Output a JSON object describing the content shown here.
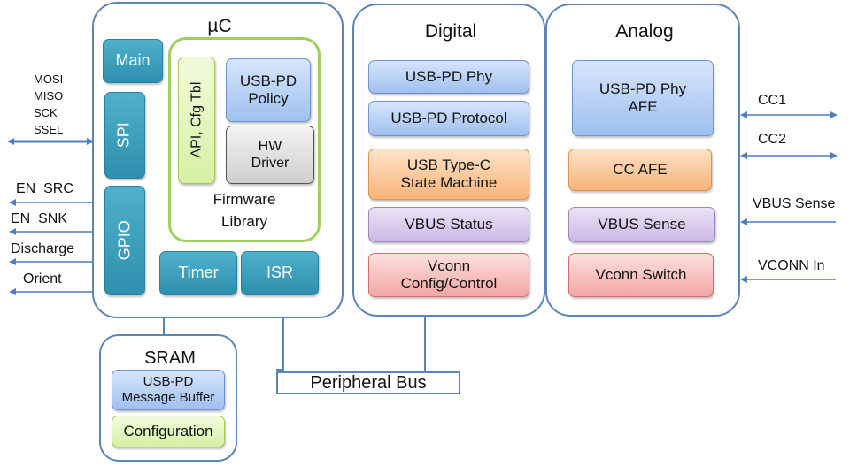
{
  "uc": {
    "title": "µC",
    "main": "Main",
    "spi": "SPI",
    "gpio": "GPIO",
    "api_cfg": "API, Cfg Tbl",
    "usbpd_policy": "USB-PD Policy",
    "hw_driver": "HW Driver",
    "firmware_library": "Firmware Library",
    "timer": "Timer",
    "isr": "ISR"
  },
  "digital": {
    "title": "Digital",
    "usbpd_phy": "USB-PD Phy",
    "usbpd_protocol": "USB-PD Protocol",
    "typec_sm": "USB Type-C State Machine",
    "vbus_status": "VBUS Status",
    "vconn_cfg": "Vconn Config/Control"
  },
  "analog": {
    "title": "Analog",
    "usbpd_phy_afe": "USB-PD Phy AFE",
    "cc_afe": "CC AFE",
    "vbus_sense": "VBUS Sense",
    "vconn_switch": "Vconn Switch"
  },
  "sram": {
    "title": "SRAM",
    "msg_buffer": "USB-PD Message Buffer",
    "configuration": "Configuration"
  },
  "bus": {
    "label": "Peripheral Bus"
  },
  "spi_signals": {
    "mosi": "MOSI",
    "miso": "MISO",
    "sck": "SCK",
    "ssel": "SSEL"
  },
  "gpio_signals": {
    "en_src": "EN_SRC",
    "en_snk": "EN_SNK",
    "discharge": "Discharge",
    "orient": "Orient"
  },
  "right_signals": {
    "cc1": "CC1",
    "cc2": "CC2",
    "vbus_sense": "VBUS Sense",
    "vconn_in": "VCONN In"
  },
  "colors": {
    "border": "#5b84b8",
    "teal": "#2f8fae",
    "arrow": "#4f7fc0"
  }
}
